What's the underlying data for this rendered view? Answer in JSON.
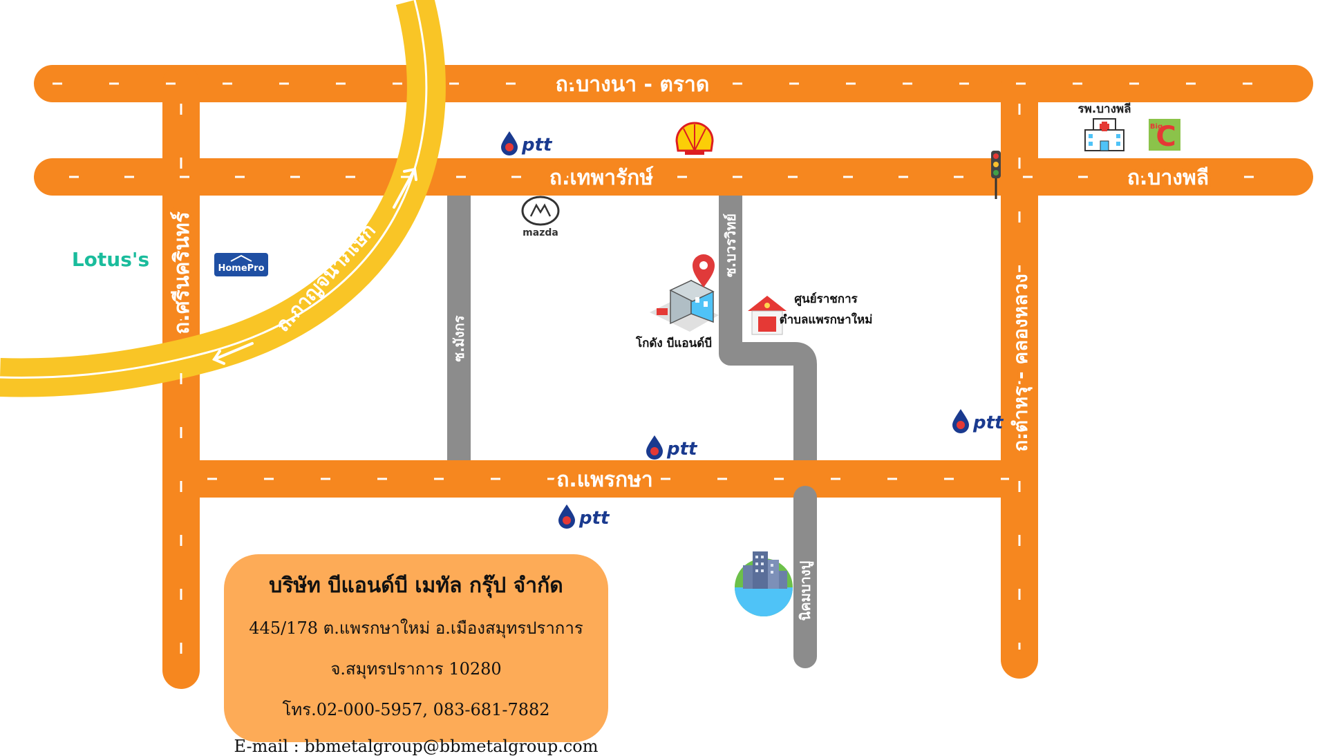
{
  "roads": {
    "bangna_trat": "ถ.บางนา - ตราด",
    "theparak": "ถ.เทพารักษ์",
    "bang_phli": "ถ.บางพลี",
    "phraeksa": "ถ.แพรกษา",
    "srinakarin": "ถ.ศรีนครินทร์",
    "kanchanaphisek": "ถ.กาญจนาภิเษก",
    "tamru_khlong_luang": "ถ.ตำหรุ - คลองหลวง",
    "soi_mangkorn": "ซ.มังกร",
    "soi_bowornwit": "ซ.บวรวิทย์",
    "nikhom_bangpu": "นิคมบางปู"
  },
  "places": {
    "lotus": "Lotus's",
    "homepro": "HomePro",
    "mazda": "mazda",
    "hospital": "รพ.บางพลี",
    "bigc": "Big C",
    "warehouse": "โกดัง บีแอนด์บี",
    "gov_center_line1": "ศูนย์ราชการ",
    "gov_center_line2": "ตำบลแพรกษาใหม่",
    "ptt": "ptt"
  },
  "info": {
    "company": "บริษัท บีแอนด์บี เมทัล กรุ๊ป จำกัด",
    "address1": "445/178 ต.แพรกษาใหม่ อ.เมืองสมุทรปราการ",
    "address2": "จ.สมุทรปราการ 10280",
    "phone": "โทร.02-000-5957, 083-681-7882",
    "email": "E-mail : bbmetalgroup@bbmetalgroup.com"
  },
  "colors": {
    "main_road": "#f6871f",
    "ring_road": "#f9c526",
    "soi_road": "#8c8c8c",
    "info_box": "#fdab57",
    "road_text": "#ffffff",
    "pin": "#e03a3a",
    "ptt_blue": "#1a3a8f",
    "lotus_teal": "#1abc9c"
  }
}
